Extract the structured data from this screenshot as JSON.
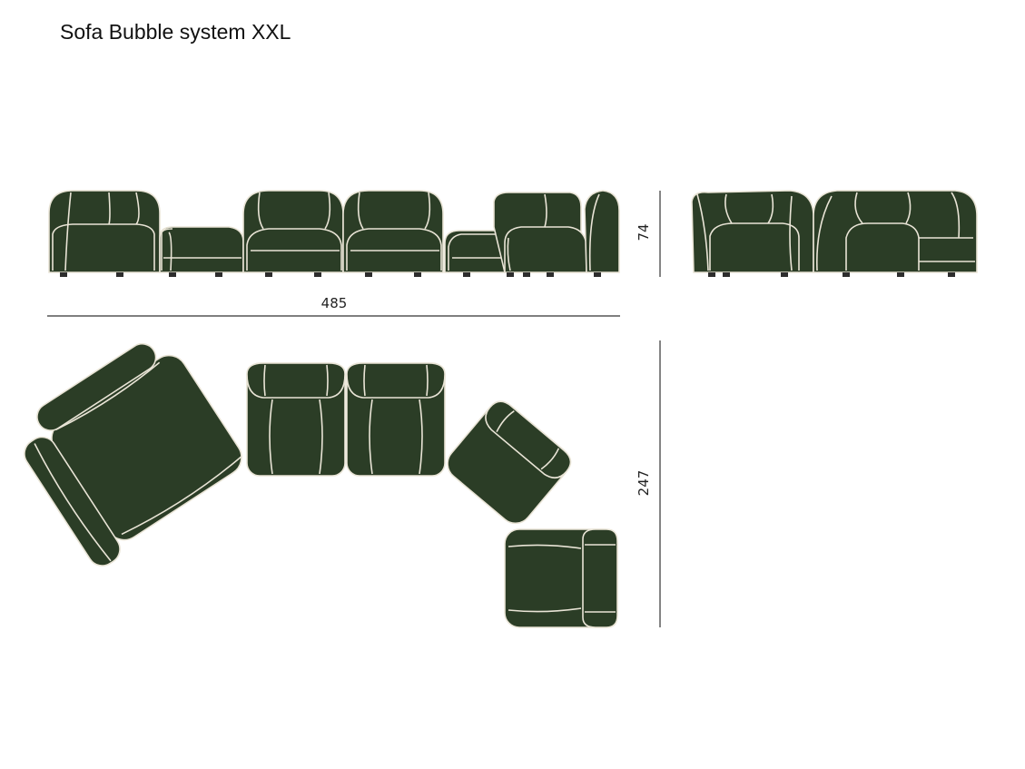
{
  "title": "Sofa Bubble system XXL",
  "colors": {
    "upholstery": "#2b3d26",
    "seam": "#e9e4d6",
    "leg": "#2d2d2d",
    "dimension_line": "#333333"
  },
  "dimensions": {
    "width": "485",
    "height": "74",
    "depth": "247"
  }
}
